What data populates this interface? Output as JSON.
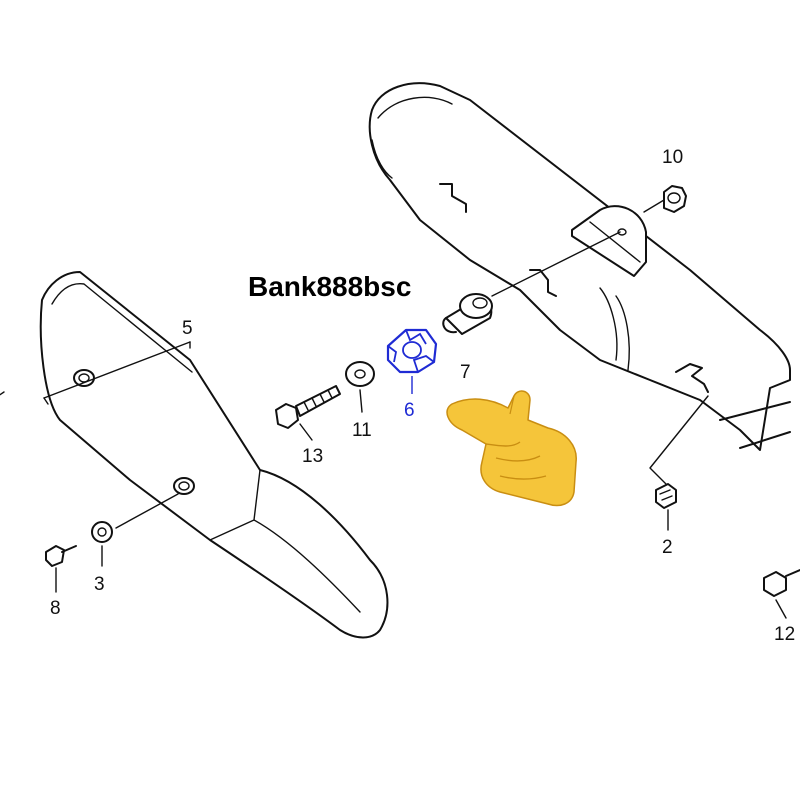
{
  "watermark": "Bank888bsc",
  "callouts": {
    "p2": "2",
    "p3": "3",
    "p5": "5",
    "p6": "6",
    "p7": "7",
    "p8": "8",
    "p10": "10",
    "p11": "11",
    "p12": "12",
    "p13": "13"
  },
  "colors": {
    "highlight": "#1f2bd4",
    "line": "#111111",
    "pointer_hand": "#f5c53a"
  },
  "icons": {
    "pointer": "pointing-hand-icon"
  }
}
